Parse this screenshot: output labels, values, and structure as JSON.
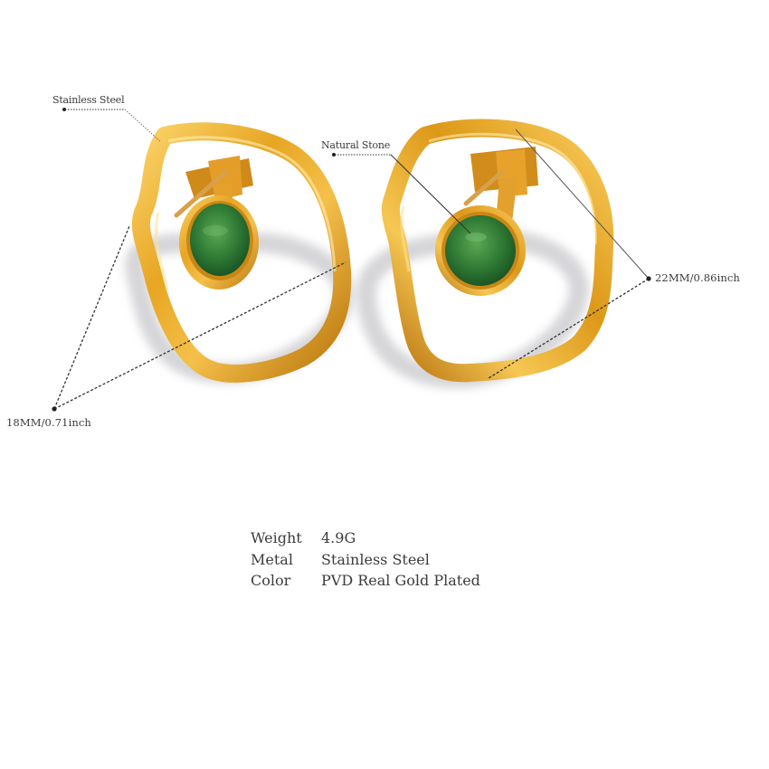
{
  "product": {
    "type": "stud earrings",
    "colors": {
      "background": "#ffffff",
      "gold_light": "#f7c54a",
      "gold_mid": "#e3a21c",
      "gold_dark": "#b8740c",
      "stone_light": "#4f9a4c",
      "stone_dark": "#1f5e27",
      "shadow": "#c9c9cc",
      "annotation": "#333333"
    }
  },
  "annotations": {
    "stainless_steel": "Stainless Steel",
    "natural_stone": "Natural Stone",
    "height": "22MM/0.86inch",
    "width": "18MM/0.71inch"
  },
  "specs": [
    {
      "key": "Weight",
      "value": "4.9G"
    },
    {
      "key": "Metal",
      "value": "Stainless Steel"
    },
    {
      "key": "Color",
      "value": "PVD Real Gold Plated"
    }
  ]
}
